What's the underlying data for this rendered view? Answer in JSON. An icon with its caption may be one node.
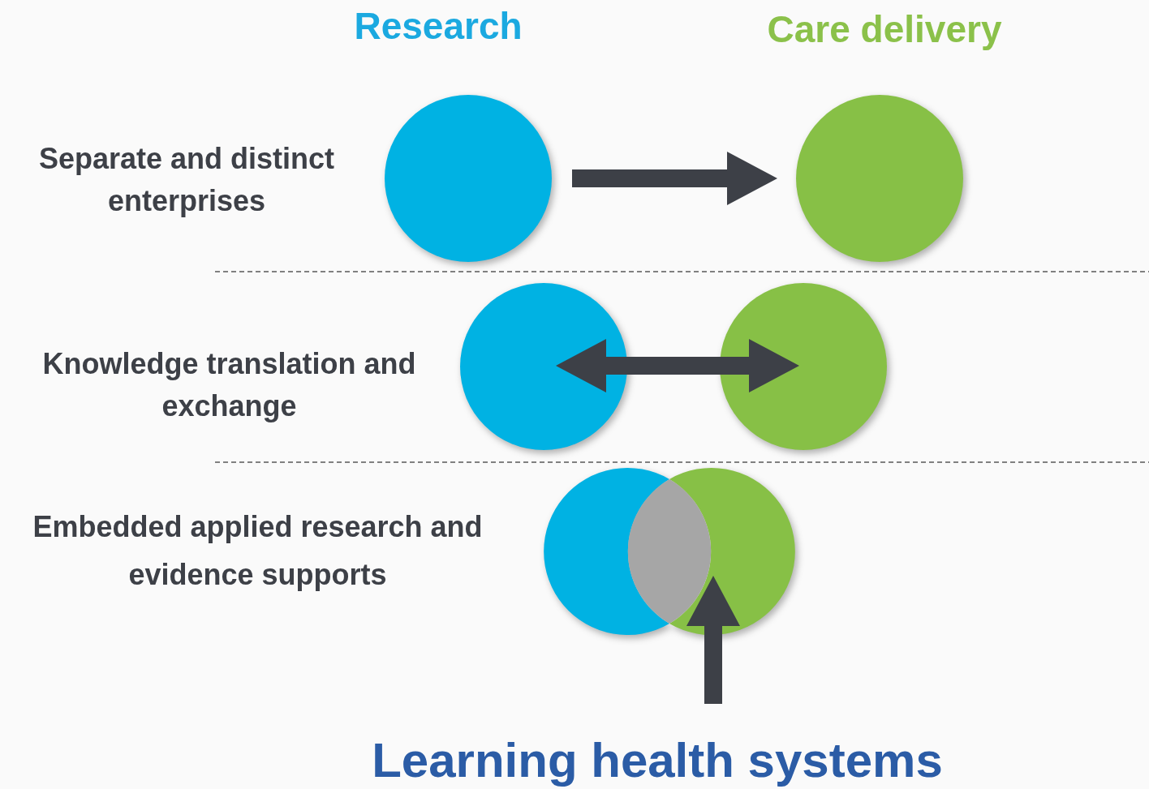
{
  "diagram": {
    "nodes": [
      {
        "text": [],
        "shape": "circle"
      },
      {
        "text": [],
        "shape": "circle"
      },
      {
        "text": [],
        "shape": "circle"
      },
      {
        "text": [],
        "shape": "circle"
      },
      {
        "text": [],
        "shape": "circle"
      },
      {
        "text": [],
        "shape": "circle"
      },
      {
        "text": [],
        "shape": "lens"
      },
      {
        "text": [
          "Learning health systems"
        ]
      }
    ],
    "edges": [
      {
        "from": 0,
        "to": 1,
        "arrow": "to"
      },
      {
        "from": 2,
        "to": 3,
        "arrow": "both"
      },
      {
        "from": 7,
        "to": 6,
        "arrow": "to"
      }
    ],
    "labels": [
      "Research",
      "Care delivery",
      "Separate and distinct enterprises",
      "Knowledge translation and exchange",
      "Embedded applied research and evidence supports"
    ]
  }
}
